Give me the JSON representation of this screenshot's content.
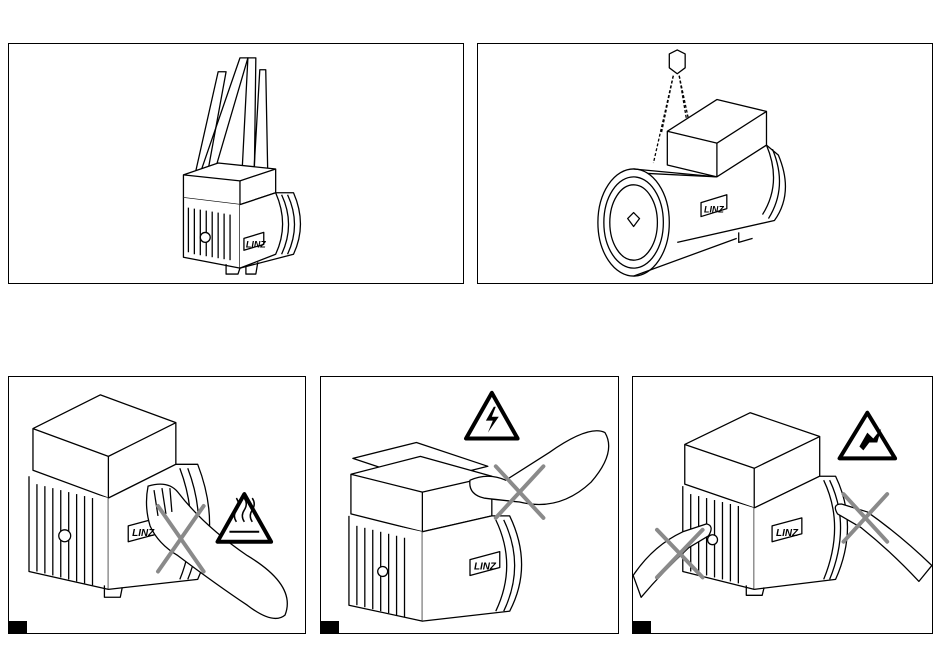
{
  "panels": [
    {
      "id": "lifting-straps",
      "logo": "LINZ",
      "warning_icon": null
    },
    {
      "id": "lifting-chain",
      "logo": "LINZ",
      "warning_icon": null
    },
    {
      "id": "hot-surface",
      "logo": "LINZ",
      "warning_icon": "hot-surface-icon"
    },
    {
      "id": "electric-shock",
      "logo": "LINZ",
      "warning_icon": "electric-shock-icon"
    },
    {
      "id": "rotating-parts",
      "logo": "LINZ",
      "warning_icon": "hand-crush-icon"
    }
  ],
  "colors": {
    "line": "#000000",
    "cross": "#8a8a8a",
    "background": "#ffffff"
  }
}
